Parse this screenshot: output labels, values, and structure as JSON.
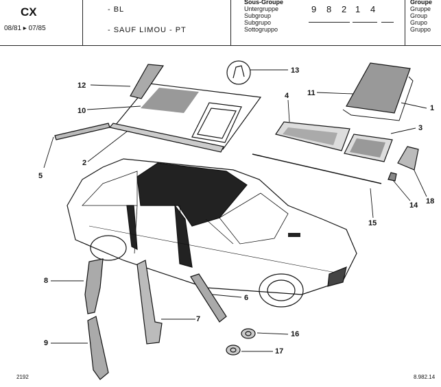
{
  "header": {
    "model": "CX",
    "dates": "08/81 ▸ 07/85",
    "variant_1": "- BL",
    "variant_2": "- SAUF LIMOU - PT",
    "subgroup_labels": [
      "Sous-Groupe",
      "Untergruppe",
      "Subgroup",
      "Subgrupo",
      "Sottogruppo"
    ],
    "subgroup_code": [
      "9",
      "8",
      "2",
      "1",
      "4"
    ],
    "group_labels": [
      "Groupe",
      "Gruppe",
      "Group",
      "Grupo",
      "Gruppo"
    ]
  },
  "callouts": [
    "12",
    "13",
    "11",
    "1",
    "4",
    "3",
    "10",
    "5",
    "2",
    "18",
    "14",
    "15",
    "8",
    "6",
    "7",
    "16",
    "9",
    "17"
  ],
  "footer": {
    "left": "2192",
    "right": "8.982.14"
  }
}
